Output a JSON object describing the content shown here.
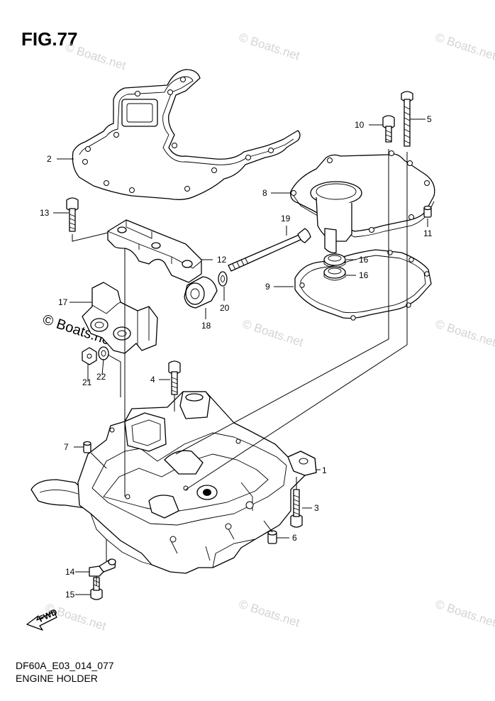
{
  "figure": {
    "title": "FIG.77"
  },
  "footer": {
    "code": "DF60A_E03_014_077",
    "caption": "ENGINE HOLDER"
  },
  "watermark": {
    "text": "© Boats.net"
  },
  "fwd_label": "FWD",
  "callouts": [
    "1",
    "2",
    "3",
    "4",
    "5",
    "6",
    "7",
    "8",
    "9",
    "10",
    "11",
    "12",
    "13",
    "14",
    "15",
    "16",
    "16",
    "17",
    "18",
    "19",
    "20",
    "21",
    "22"
  ]
}
